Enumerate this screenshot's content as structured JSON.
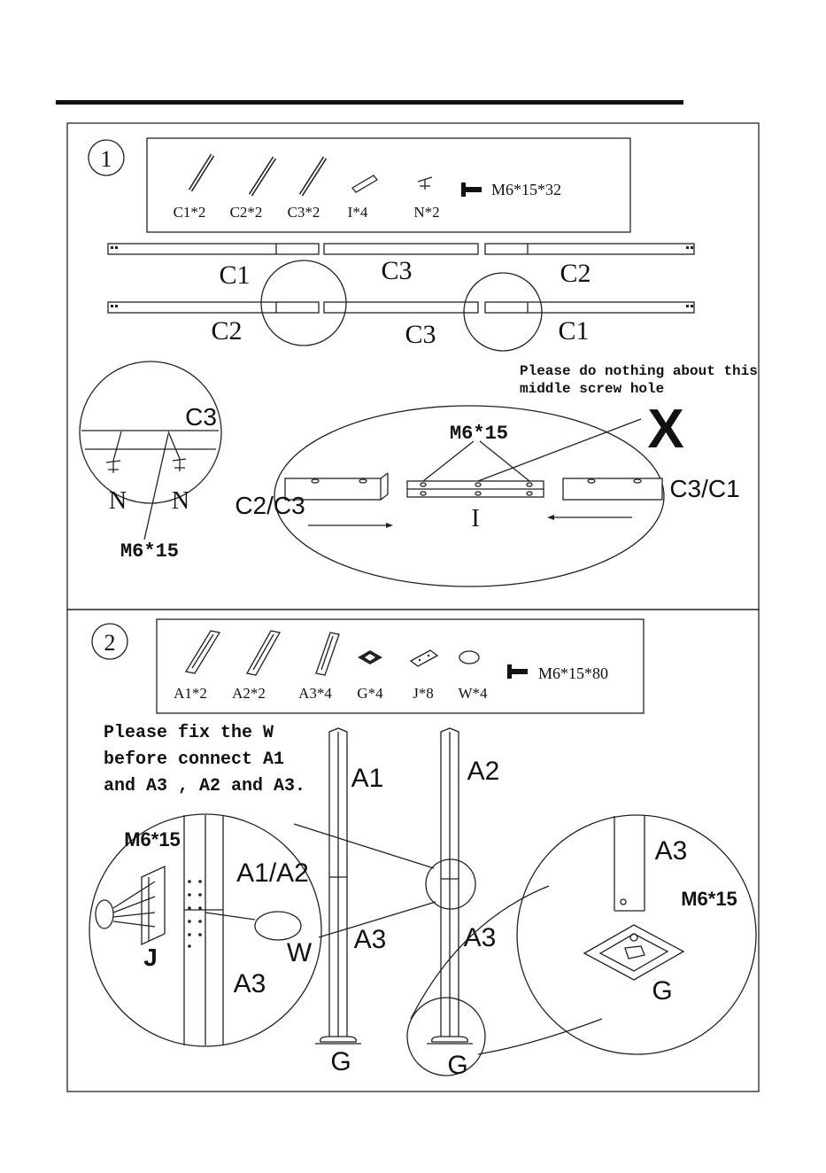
{
  "step1": {
    "number": "1",
    "parts": [
      {
        "label": "C1*2",
        "icon": "rod-icon"
      },
      {
        "label": "C2*2",
        "icon": "rod-icon"
      },
      {
        "label": "C3*2",
        "icon": "rod-icon"
      },
      {
        "label": "I*4",
        "icon": "connector-icon"
      },
      {
        "label": "N*2",
        "icon": "bracket-icon"
      }
    ],
    "screw": "M6*15*32",
    "beam1": [
      "C1",
      "C3",
      "C2"
    ],
    "beam2": [
      "C2",
      "C3",
      "C1"
    ],
    "detail_left": {
      "c3": "C3",
      "n1": "N",
      "n2": "N",
      "screw": "M6*15"
    },
    "detail_right": {
      "left": "C2/C3",
      "right": "C3/C1",
      "mid": "I",
      "screw": "M6*15",
      "mark": "X"
    },
    "note": [
      "Please do nothing about this",
      "middle screw hole"
    ]
  },
  "step2": {
    "number": "2",
    "parts": [
      {
        "label": "A1*2",
        "icon": "channel-icon"
      },
      {
        "label": "A2*2",
        "icon": "channel-icon"
      },
      {
        "label": "A3*4",
        "icon": "channel-icon"
      },
      {
        "label": "G*4",
        "icon": "foot-plate-icon"
      },
      {
        "label": "J*8",
        "icon": "plate-icon"
      },
      {
        "label": "W*4",
        "icon": "ring-icon"
      }
    ],
    "screw": "M6*15*80",
    "note": [
      "Please fix the W",
      "before connect A1",
      "and A3 , A2 and A3."
    ],
    "post1": {
      "top": "A1",
      "bottom": "A3",
      "foot": "G"
    },
    "post2": {
      "top": "A2",
      "bottom": "A3",
      "foot": "G"
    },
    "detail_left": {
      "screw": "M6*15",
      "joint": "A1/A2",
      "j": "J",
      "w": "W",
      "a3": "A3"
    },
    "detail_right": {
      "a3": "A3",
      "screw": "M6*15",
      "g": "G"
    }
  }
}
